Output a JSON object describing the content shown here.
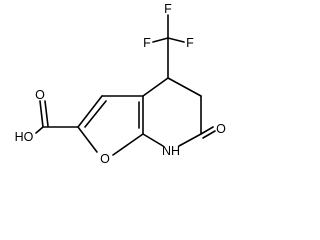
{
  "molecule": {
    "atoms": {
      "F_top": "F",
      "F_left": "F",
      "F_right": "F",
      "O_carbonyl": "O",
      "NH": "NH",
      "O_furan": "O",
      "OH": "HO",
      "O_acid_carbonyl": "O"
    }
  }
}
